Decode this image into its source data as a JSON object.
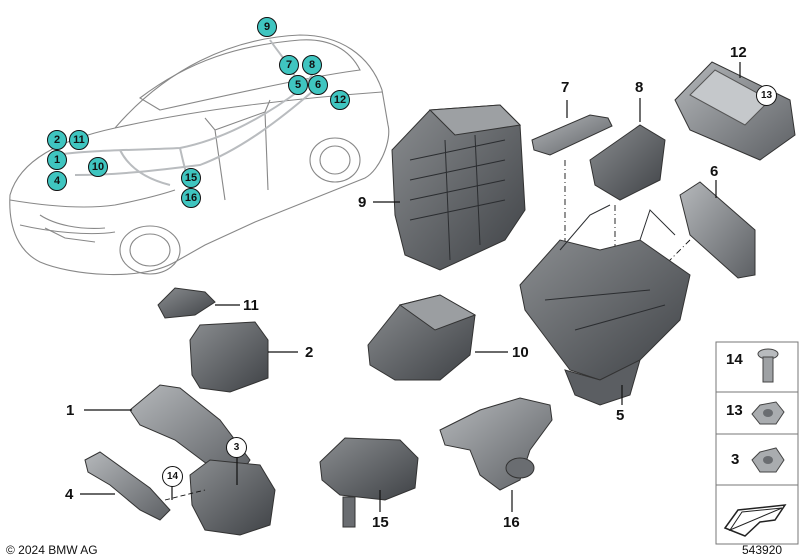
{
  "copyright": "© 2024 BMW AG",
  "diagram_number": "543920",
  "vehicle_callouts": [
    "9",
    "7",
    "8",
    "5",
    "6",
    "12",
    "2",
    "11",
    "1",
    "10",
    "4",
    "15",
    "16"
  ],
  "part_labels": {
    "p1": "1",
    "p2": "2",
    "p3": "3",
    "p4": "4",
    "p5": "5",
    "p6": "6",
    "p7": "7",
    "p8": "8",
    "p9": "9",
    "p10": "10",
    "p11": "11",
    "p12": "12",
    "p13": "13",
    "p14": "14",
    "p15": "15",
    "p16": "16"
  },
  "hardware": {
    "h14": "14",
    "h13": "13",
    "h3": "3"
  },
  "callout_ring_13": "13",
  "callout_ring_14": "14",
  "callout_ring_3": "3"
}
